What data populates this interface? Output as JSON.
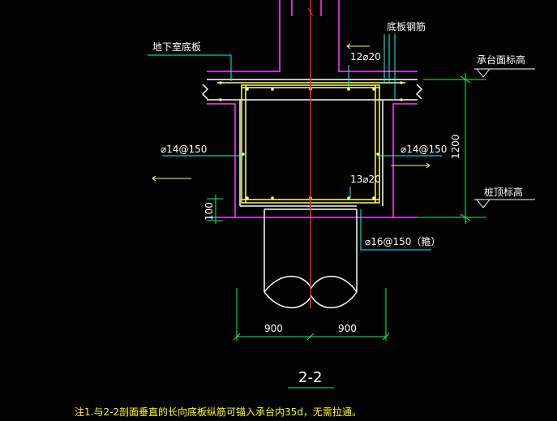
{
  "labels": {
    "basement_slab": "地下室底板",
    "bottom_rebar": "底板钢筋",
    "top_bars": "12⌀20",
    "cap_top_elev": "承台面标高",
    "side_bar_left": "⌀14@150",
    "side_bar_right": "⌀14@150",
    "dim_1200": "1200",
    "bottom_bars": "13⌀20",
    "pile_top_elev": "桩顶标高",
    "dim_100": "100",
    "stirrup": "⌀16@150（箍）",
    "dim_left_900": "900",
    "dim_right_900": "900",
    "section_title": "2-2",
    "note": "注1.与2-2剖面垂直的长向底板纵筋可锚入承台内35d，无需拉通。"
  },
  "colors": {
    "background": "#000000",
    "outline": "#ffffff",
    "rebar": "#ffff66",
    "wall": "#ff44ff",
    "centerline": "#ff2222",
    "dimension": "#00ff66",
    "leader": "#00ffff",
    "note": "#ffff00"
  }
}
